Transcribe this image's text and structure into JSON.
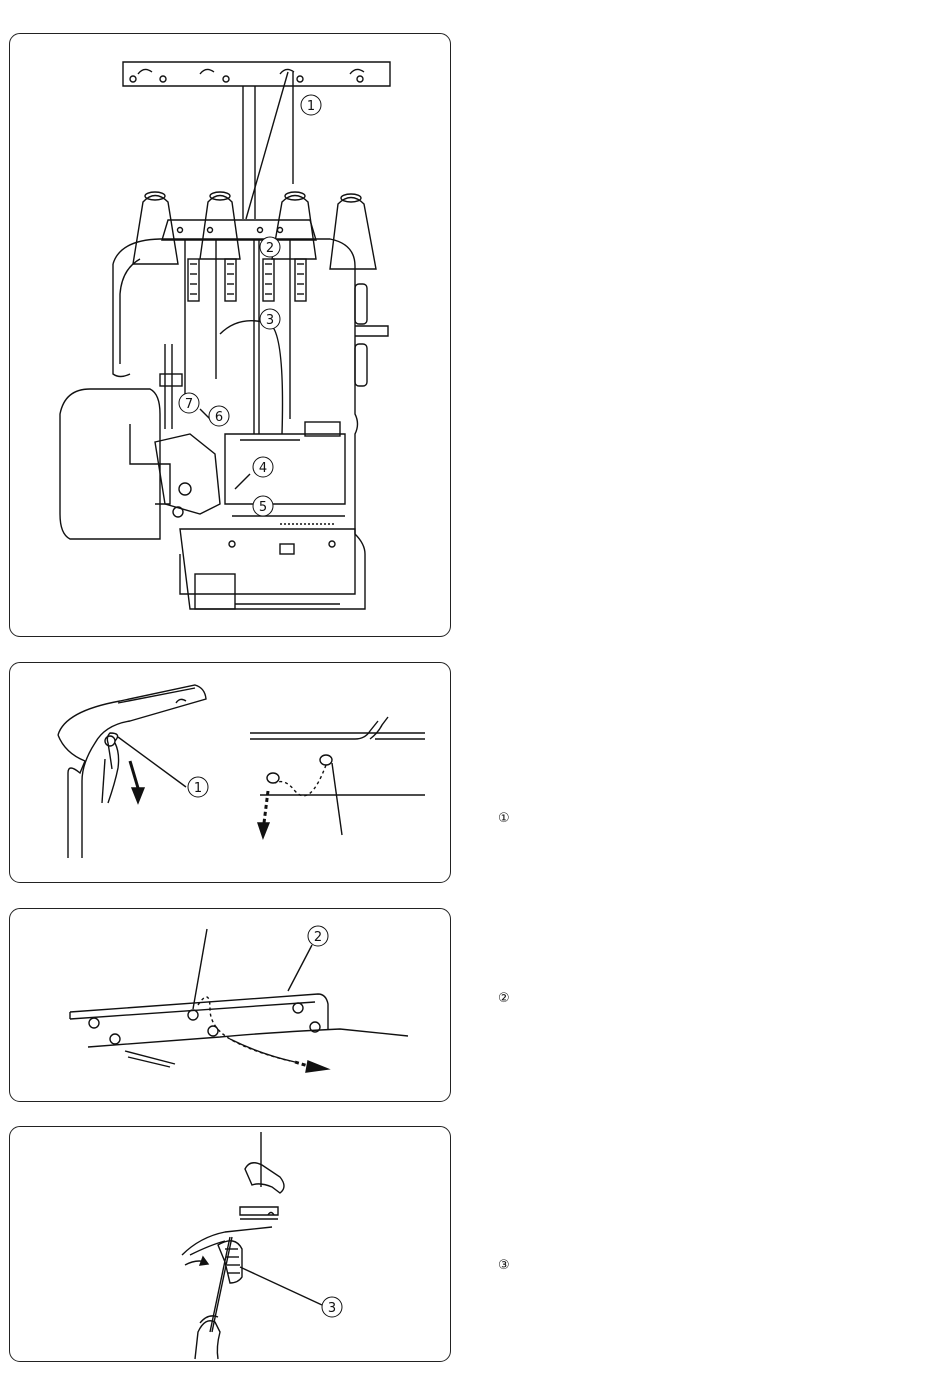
{
  "figures": {
    "machine_overview": {
      "callouts": [
        "1",
        "2",
        "3",
        "4",
        "5",
        "6",
        "7"
      ]
    },
    "thread_guide_bar_detail": {
      "callout": "1"
    },
    "top_thread_guide_detail": {
      "callout": "2"
    },
    "tension_dial_detail": {
      "callout": "3"
    }
  },
  "side_labels": {
    "step1": "①",
    "step2": "②",
    "step3": "③"
  }
}
